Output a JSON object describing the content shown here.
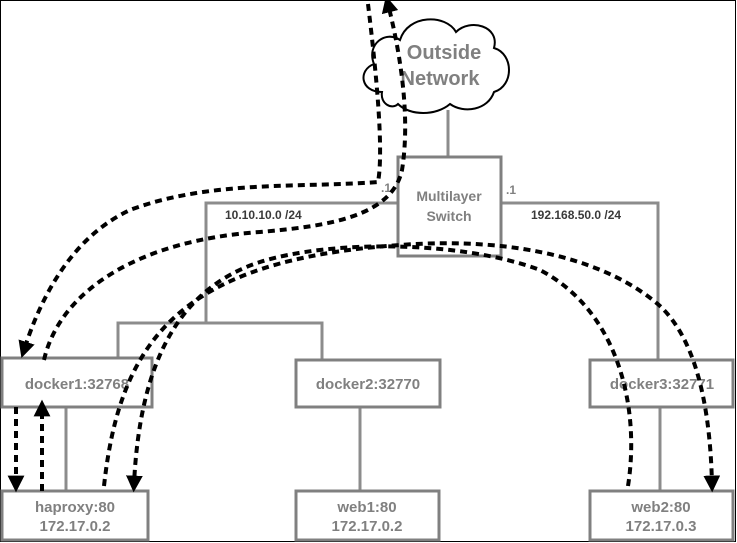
{
  "cloud": {
    "line1": "Outside",
    "line2": "Network"
  },
  "switch": {
    "line1": "Multilayer",
    "line2": "Switch",
    "left_port": ".1",
    "right_port": ".1"
  },
  "subnets": {
    "left": "10.10.10.0 /24",
    "right": "192.168.50.0 /24"
  },
  "hosts": [
    {
      "name": "docker1:32768"
    },
    {
      "name": "docker2:32770"
    },
    {
      "name": "docker3:32771"
    }
  ],
  "containers": [
    {
      "name": "haproxy:80",
      "ip": "172.17.0.2"
    },
    {
      "name": "web1:80",
      "ip": "172.17.0.2"
    },
    {
      "name": "web2:80",
      "ip": "172.17.0.3"
    }
  ],
  "colors": {
    "wire": "#8c8c8c",
    "box_border": "#808080",
    "text": "#808080",
    "flow": "#000000",
    "frame": "#000000"
  }
}
